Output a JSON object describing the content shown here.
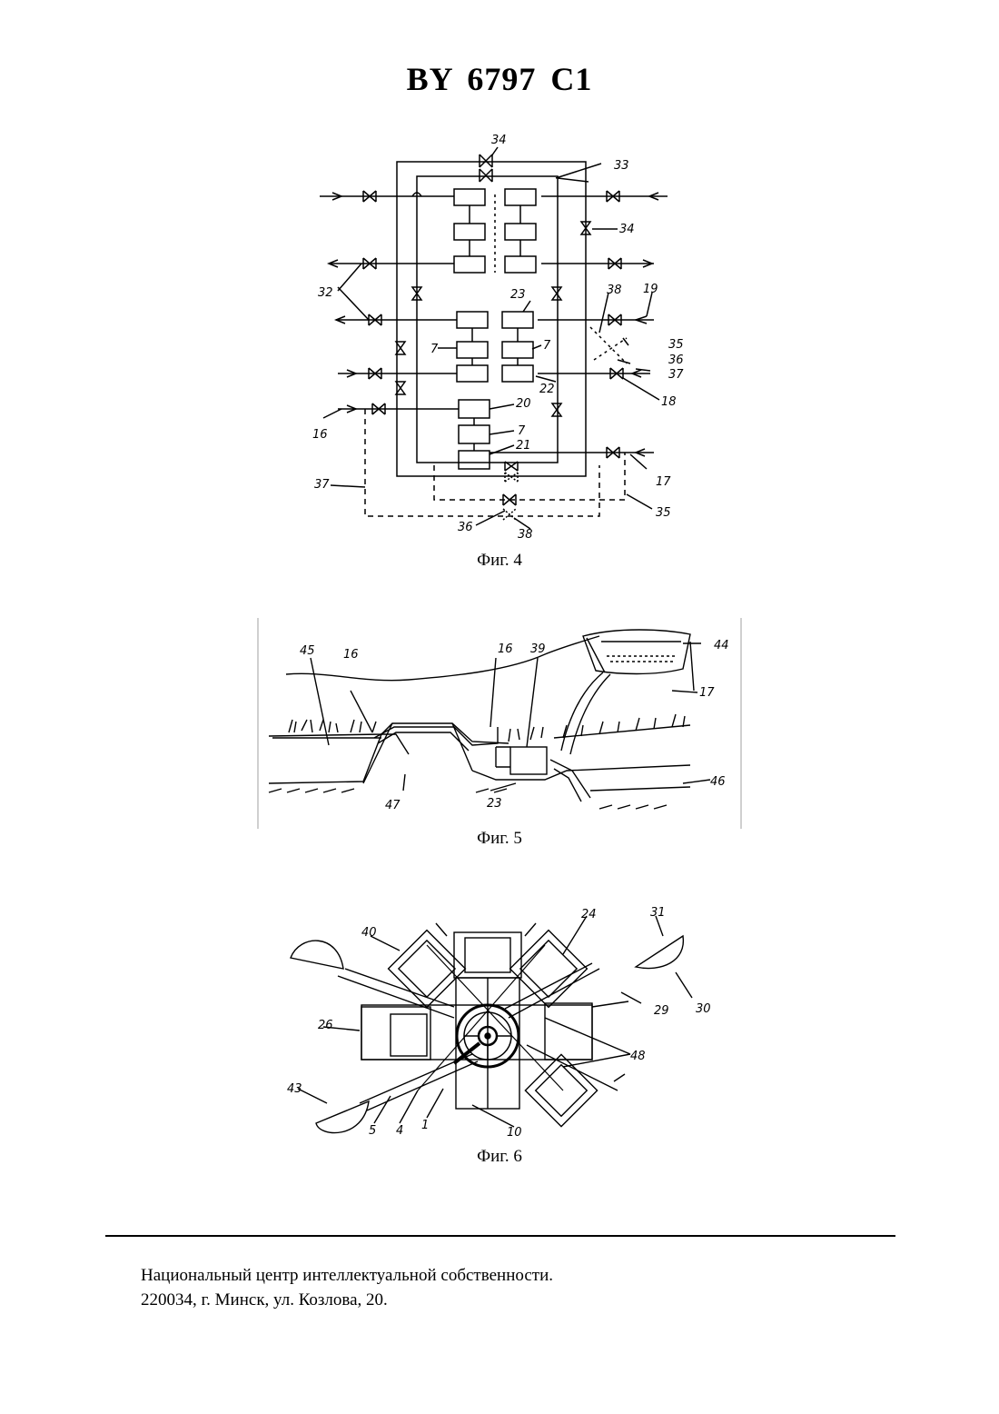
{
  "header": {
    "title": "BY  6797  C1"
  },
  "figures": [
    {
      "caption": "Фиг. 4",
      "labels": [
        "34",
        "33",
        "34",
        "32",
        "23",
        "38",
        "19",
        "7",
        "7",
        "35",
        "36",
        "37",
        "22",
        "18",
        "20",
        "7",
        "16",
        "21",
        "17",
        "37",
        "35",
        "36",
        "38"
      ]
    },
    {
      "caption": "Фиг. 5",
      "labels": [
        "45",
        "16",
        "16",
        "39",
        "44",
        "17",
        "47",
        "23",
        "46"
      ]
    },
    {
      "caption": "Фиг. 6",
      "labels": [
        "40",
        "24",
        "31",
        "26",
        "29",
        "30",
        "48",
        "43",
        "5",
        "4",
        "1",
        "10"
      ]
    }
  ],
  "footer": {
    "line1": "Национальный центр интеллектуальной собственности.",
    "line2": "220034, г. Минск, ул. Козлова, 20."
  }
}
